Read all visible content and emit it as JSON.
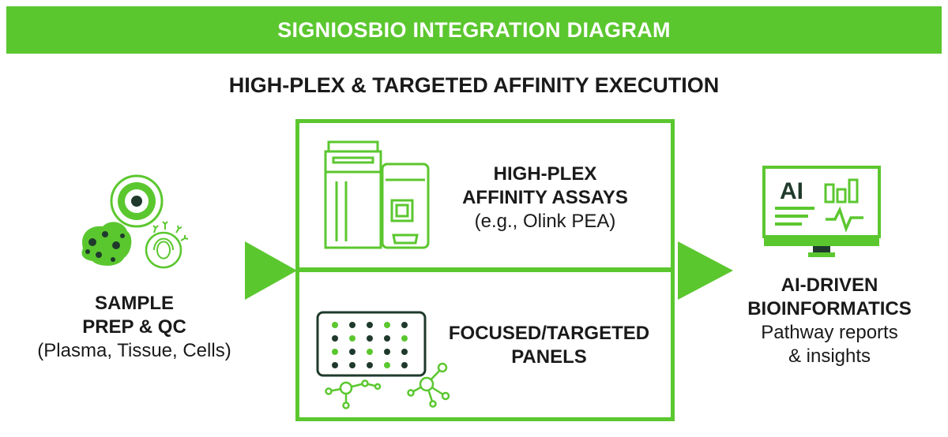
{
  "banner": {
    "title": "SIGNIOSBIO INTEGRATION DIAGRAM"
  },
  "subtitle": "HIGH-PLEX & TARGETED AFFINITY EXECUTION",
  "colors": {
    "accent": "#5bc72f",
    "dark": "#1f3a2c",
    "text": "#1a1a1a"
  },
  "nodes": {
    "sample": {
      "line1": "SAMPLE",
      "line2": "PREP & QC",
      "detail": "(Plasma, Tissue, Cells)",
      "icon": "cells-icon"
    },
    "highplex": {
      "line1": "HIGH-PLEX",
      "line2": "AFFINITY ASSAYS",
      "detail": "(e.g., Olink PEA)",
      "icon": "lab-instrument-icon"
    },
    "focused": {
      "line1": "FOCUSED/TARGETED",
      "line2": "PANELS",
      "icon": "dot-array-panel-icon"
    },
    "ai": {
      "line1": "AI-DRIVEN",
      "line2": "BIOINFORMATICS",
      "detail1": "Pathway reports",
      "detail2": "& insights",
      "icon": "ai-monitor-icon",
      "icon_text": "AI"
    }
  },
  "connectors": [
    {
      "from": "sample",
      "to": "affinity-execution",
      "icon": "arrow-right-icon"
    },
    {
      "from": "affinity-execution",
      "to": "ai",
      "icon": "arrow-right-icon"
    }
  ]
}
